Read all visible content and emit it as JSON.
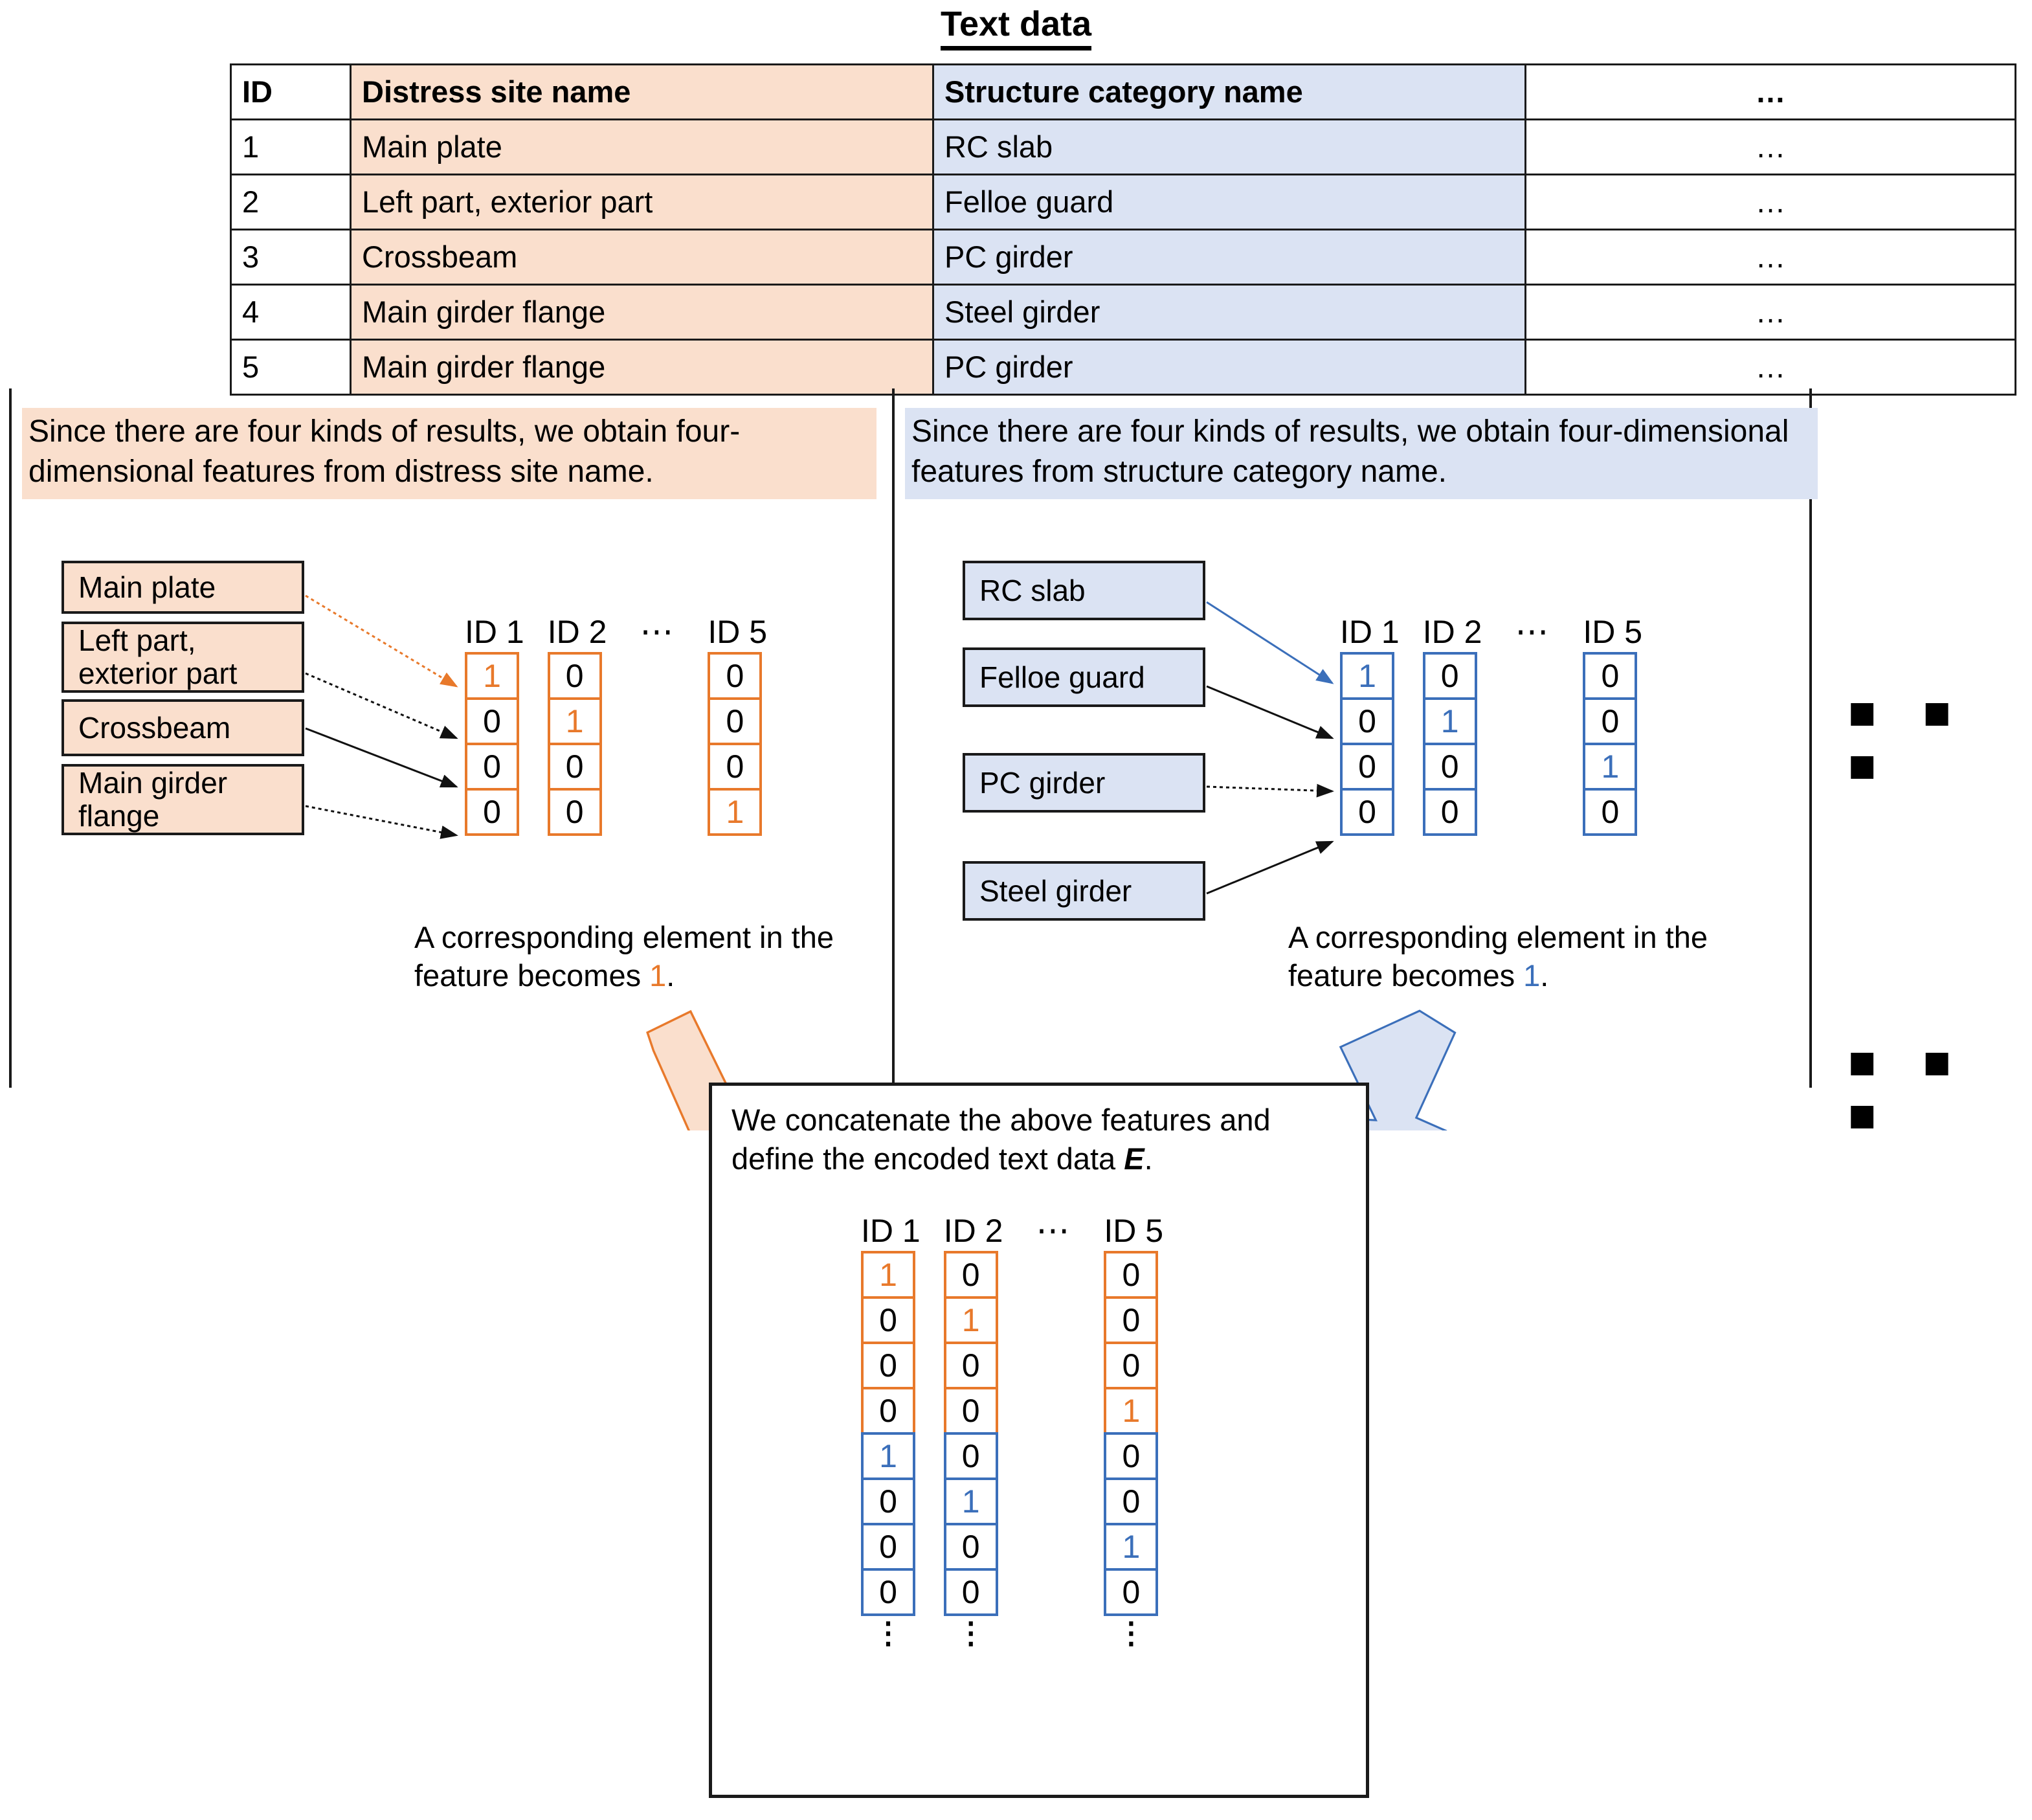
{
  "title": "Text data",
  "table": {
    "headers": [
      "ID",
      "Distress site name",
      "Structure category name",
      "…"
    ],
    "rows": [
      {
        "id": "1",
        "site": "Main plate",
        "category": "RC slab",
        "more": "…"
      },
      {
        "id": "2",
        "site": "Left part, exterior part",
        "category": "Felloe guard",
        "more": "…"
      },
      {
        "id": "3",
        "site": "Crossbeam",
        "category": "PC girder",
        "more": "…"
      },
      {
        "id": "4",
        "site": "Main girder flange",
        "category": "Steel girder",
        "more": "…"
      },
      {
        "id": "5",
        "site": "Main girder flange",
        "category": "PC girder",
        "more": "…"
      }
    ]
  },
  "left_panel": {
    "heading": "Since there are four kinds of results, we obtain four-dimensional features from distress site name.",
    "categories": [
      "Main plate",
      "Left part,\nexterior part",
      "Crossbeam",
      "Main girder\nflange"
    ],
    "column_headers": [
      "ID 1",
      "ID 2",
      "⋯",
      "ID 5"
    ],
    "caption": "A corresponding element in the feature becomes 1.",
    "caption_plain": "A corresponding element in the feature becomes ",
    "caption_one": "1",
    "caption_end": ".",
    "accent": "#e8792b",
    "fill": "#fadfcd"
  },
  "right_panel": {
    "heading": "Since there are four kinds of results, we obtain four-dimensional features from structure category name.",
    "categories": [
      "RC slab",
      "Felloe guard",
      "PC girder",
      "Steel girder"
    ],
    "column_headers": [
      "ID 1",
      "ID 2",
      "⋯",
      "ID 5"
    ],
    "caption_plain": "A corresponding element in the feature becomes ",
    "caption_one": "1",
    "caption_end": ".",
    "accent": "#3b6fba",
    "fill": "#dbe3f3"
  },
  "concat_panel": {
    "text_before": "We concatenate the above features and define the encoded text data ",
    "text_italic": "E",
    "text_after": ".",
    "column_headers": [
      "ID 1",
      "ID 2",
      "⋯",
      "ID 5"
    ],
    "vertical_dots": "⋮"
  },
  "ellipsis_right": [
    "■ ■ ■",
    "■ ■ ■"
  ],
  "chart_data": {
    "type": "table",
    "title": "One-hot encoding of text data",
    "distress_site_vectors": {
      "dimensions": 4,
      "labels": [
        "Main plate",
        "Left part, exterior part",
        "Crossbeam",
        "Main girder flange"
      ],
      "columns": [
        "ID 1",
        "ID 2",
        "ID 5"
      ],
      "values": [
        [
          1,
          0,
          0,
          0
        ],
        [
          0,
          1,
          0,
          0
        ],
        [
          0,
          0,
          0,
          1
        ]
      ]
    },
    "structure_category_vectors": {
      "dimensions": 4,
      "labels": [
        "RC slab",
        "Felloe guard",
        "PC girder",
        "Steel girder"
      ],
      "columns": [
        "ID 1",
        "ID 2",
        "ID 5"
      ],
      "values": [
        [
          1,
          0,
          0,
          0
        ],
        [
          0,
          1,
          0,
          0
        ],
        [
          0,
          0,
          1,
          0
        ]
      ]
    },
    "concatenated": {
      "dimensions": 8,
      "columns": [
        "ID 1",
        "ID 2",
        "ID 5"
      ],
      "values": [
        [
          1,
          0,
          0,
          0,
          1,
          0,
          0,
          0
        ],
        [
          0,
          1,
          0,
          0,
          0,
          1,
          0,
          0
        ],
        [
          0,
          0,
          0,
          1,
          0,
          0,
          1,
          0
        ]
      ]
    }
  }
}
